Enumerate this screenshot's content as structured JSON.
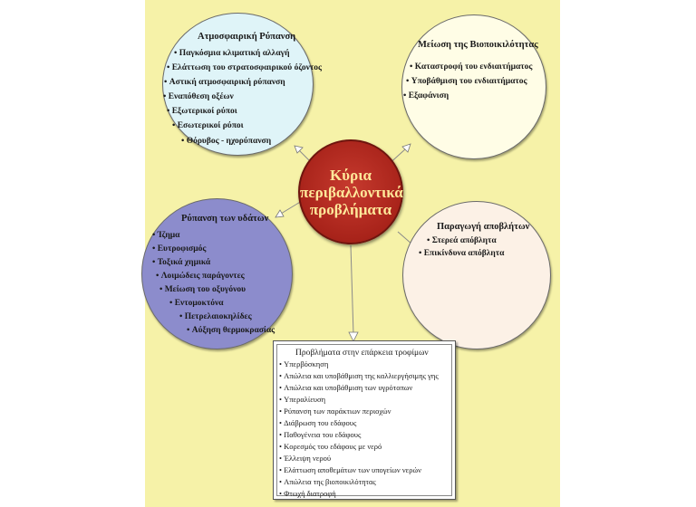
{
  "center": {
    "title": "Κύρια\nπεριβαλλοντικά\nπροβλήματα"
  },
  "atmosphere": {
    "title": "Ατμοσφαιρική Ρύπανση",
    "items": [
      "Παγκόσμια κλιματική αλλαγή",
      "Ελάττωση του στρατοσφαιρικού όζοντος",
      "Αστική ατμοσφαιρική ρύπανση",
      "Εναπόθεση οξέων",
      "Εξωτερικοί ρύποι",
      "Εσωτερικοί ρύποι",
      "Θόρυβος - ηχορύπανση"
    ]
  },
  "biodiversity": {
    "title": "Μείωση της Βιοποικιλότητας",
    "items": [
      "Καταστροφή του ενδιαιτήματος",
      "Υποβάθμιση του ενδιαιτήματος",
      "Εξαφάνιση"
    ]
  },
  "water": {
    "title": "Ρύπανση των υδάτων",
    "items": [
      "Ίζημα",
      "Ευτροφισμός",
      "Τοξικά χημικά",
      "Λοιμώδεις παράγοντες",
      "Μείωση του οξυγόνου",
      "Εντομοκτόνα",
      "Πετρελαιοκηλίδες",
      "Αύξηση θερμοκρασίας"
    ]
  },
  "waste": {
    "title": "Παραγωγή αποβλήτων",
    "items": [
      "Στερεά απόβλητα",
      "Επικίνδυνα απόβλητα"
    ]
  },
  "food": {
    "title": "Προβλήματα στην επάρκεια τροφίμων",
    "items": [
      "Υπερβόσκηση",
      "Απώλεια και υποβάθμιση της καλλιεργήσιμης γης",
      "Απώλεια και υποβάθμιση των υγρότοπων",
      "Υπεραλίευση",
      "Ρύπανση των παράκτιων περιοχών",
      "Διάβρωση του εδάφους",
      "Παθογένεια του εδάφους",
      "Κορεσμός του εδάφους με νερό",
      "Έλλειψη νερού",
      "Ελάττωση αποθεμάτων των υπογείων νερών",
      "Απώλεια της βιοποικιλότητας",
      "Φτωχή διατροφή"
    ]
  },
  "colors": {
    "panel": "#f6f2a8",
    "atmosphere_fill": "#dff4f8",
    "biodiversity_fill": "#fffde6",
    "water_fill": "#8c8ccc",
    "waste_fill": "#fcf1e6",
    "center_fill": "#b22a20",
    "center_text": "#ffe89a"
  }
}
